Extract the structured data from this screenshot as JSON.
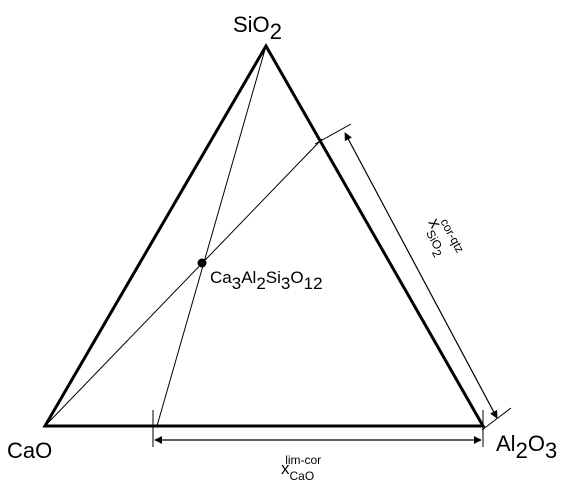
{
  "diagram": {
    "vertices": {
      "top": {
        "base": "SiO",
        "sub": "2"
      },
      "left": {
        "base": "CaO"
      },
      "right": {
        "base1": "Al",
        "sub1": "2",
        "base2": "O",
        "sub2": "3"
      }
    },
    "compound": {
      "p1": "Ca",
      "s1": "3",
      "p2": "Al",
      "s2": "2",
      "p3": "Si",
      "s3": "3",
      "p4": "O",
      "s4": "12"
    },
    "measure_right": {
      "base": "x",
      "sub_base": "SiO",
      "sub_sub": "2",
      "sup": "cor-qtz"
    },
    "measure_bottom": {
      "base": "x",
      "sub": "CaO",
      "sup": "lim-cor"
    },
    "colors": {
      "stroke": "#000000",
      "background": "#ffffff"
    }
  }
}
